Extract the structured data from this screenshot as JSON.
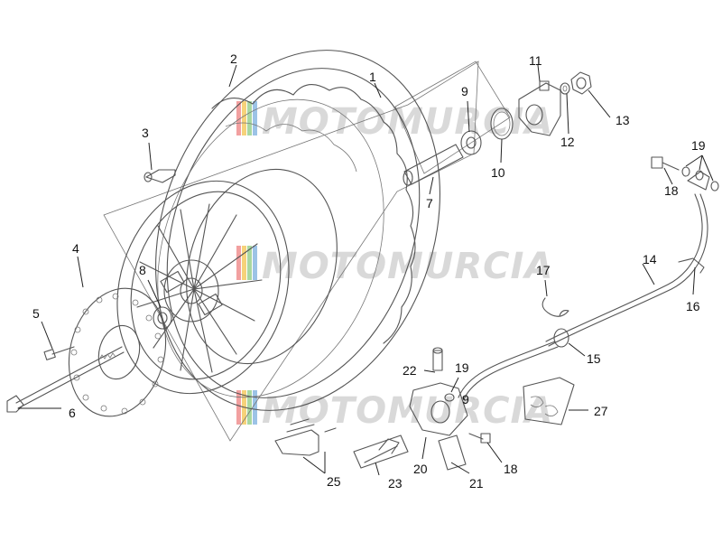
{
  "watermark": {
    "text": "MOTOMURCIA",
    "colors": [
      "#f2a0a0",
      "#f6d27a",
      "#a9d7a0",
      "#9cc3e6"
    ]
  },
  "callouts": [
    {
      "key": "c1",
      "label": "1"
    },
    {
      "key": "c2",
      "label": "2"
    },
    {
      "key": "c3",
      "label": "3"
    },
    {
      "key": "c4",
      "label": "4"
    },
    {
      "key": "c5",
      "label": "5"
    },
    {
      "key": "c6",
      "label": "6"
    },
    {
      "key": "c7",
      "label": "7"
    },
    {
      "key": "c8",
      "label": "8"
    },
    {
      "key": "c9a",
      "label": "9"
    },
    {
      "key": "c9b",
      "label": "9"
    },
    {
      "key": "c10",
      "label": "10"
    },
    {
      "key": "c11",
      "label": "11"
    },
    {
      "key": "c12",
      "label": "12"
    },
    {
      "key": "c13",
      "label": "13"
    },
    {
      "key": "c14",
      "label": "14"
    },
    {
      "key": "c15",
      "label": "15"
    },
    {
      "key": "c16",
      "label": "16"
    },
    {
      "key": "c17",
      "label": "17"
    },
    {
      "key": "c18a",
      "label": "18"
    },
    {
      "key": "c18b",
      "label": "18"
    },
    {
      "key": "c19a",
      "label": "19"
    },
    {
      "key": "c19b",
      "label": "19"
    },
    {
      "key": "c20",
      "label": "20"
    },
    {
      "key": "c21",
      "label": "21"
    },
    {
      "key": "c22",
      "label": "22"
    },
    {
      "key": "c23",
      "label": "23"
    },
    {
      "key": "c25",
      "label": "25"
    },
    {
      "key": "c27",
      "label": "27"
    }
  ]
}
